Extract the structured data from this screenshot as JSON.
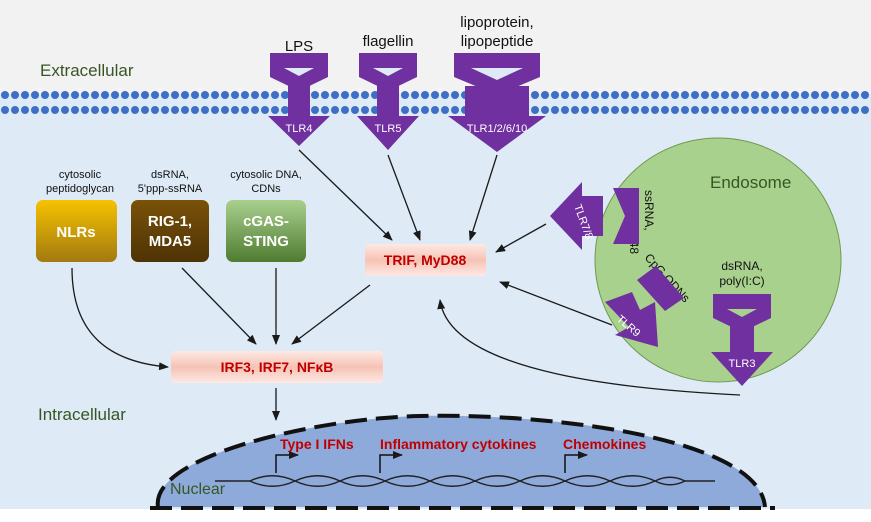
{
  "regions": {
    "extracellular": "Extracellular",
    "intracellular": "Intracellular",
    "endosome": "Endosome",
    "nuclear": "Nuclear"
  },
  "ligands": {
    "lps": "LPS",
    "flagellin": "flagellin",
    "lipoprotein_line1": "lipoprotein,",
    "lipoprotein_line2": "lipopeptide",
    "ssrna_line1": "ssRNA,",
    "ssrna_line2": "R837, R848",
    "cpg": "CpG ODNs",
    "dsrna_line1": "dsRNA,",
    "dsrna_line2": "poly(I:C)"
  },
  "receptors": {
    "tlr4": "TLR4",
    "tlr5": "TLR5",
    "tlr1_2_6_10": "TLR1/2/6/10",
    "tlr7_8": "TLR7/8",
    "tlr9": "TLR9",
    "tlr3": "TLR3"
  },
  "cytosolic_sensors": [
    {
      "ligand_line1": "cytosolic",
      "ligand_line2": "peptidoglycan",
      "label_line1": "NLRs",
      "label_line2": "",
      "color_top": "#f6c200",
      "color_bottom": "#a27a10"
    },
    {
      "ligand_line1": "dsRNA,",
      "ligand_line2": "5'ppp-ssRNA",
      "label_line1": "RIG-1,",
      "label_line2": "MDA5",
      "color_top": "#7a5208",
      "color_bottom": "#4e3306"
    },
    {
      "ligand_line1": "cytosolic DNA,",
      "ligand_line2": "CDNs",
      "label_line1": "cGAS-",
      "label_line2": "STING",
      "color_top": "#a9d08e",
      "color_bottom": "#4f7c31"
    }
  ],
  "adaptors": {
    "trif_myd88": "TRIF, MyD88",
    "irf_nfkb": "IRF3, IRF7, NFκB"
  },
  "nuclear_outputs": [
    "Type I IFNs",
    "Inflammatory cytokines",
    "Chemokines"
  ],
  "colors": {
    "receptor_purple": "#7030a0",
    "membrane_blue": "#3f6fc4",
    "endosome_green": "#a9d18e",
    "nucleus_blue": "#8eaadb",
    "adaptor_text_red": "#c00000",
    "region_text_green": "#375623",
    "cell_background": "#deeaf6"
  }
}
